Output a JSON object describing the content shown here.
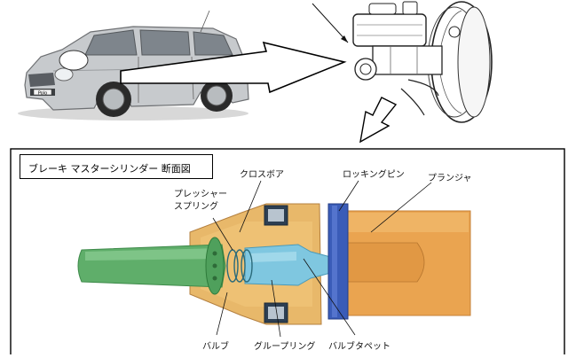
{
  "figure": {
    "title": "ブレーキ マスターシリンダー 断面図",
    "car_badge": "Polo",
    "labels": {
      "cross_bore": "クロスボア",
      "pressure_spring_1": "プレッシャー",
      "pressure_spring_2": "スプリング",
      "locking_pin": "ロッキングピン",
      "plunger": "プランジャ",
      "valve": "バルブ",
      "glue_ring": "グループリング",
      "valve_tappet": "バルブタペット"
    }
  },
  "colors": {
    "car_body": "#c7cacd",
    "housing": "#e8b86a",
    "plunger": "#eaa450",
    "pushrod": "#5fae6a",
    "valve": "#7fc7e0",
    "locking_pin": "#3a5cb8"
  }
}
